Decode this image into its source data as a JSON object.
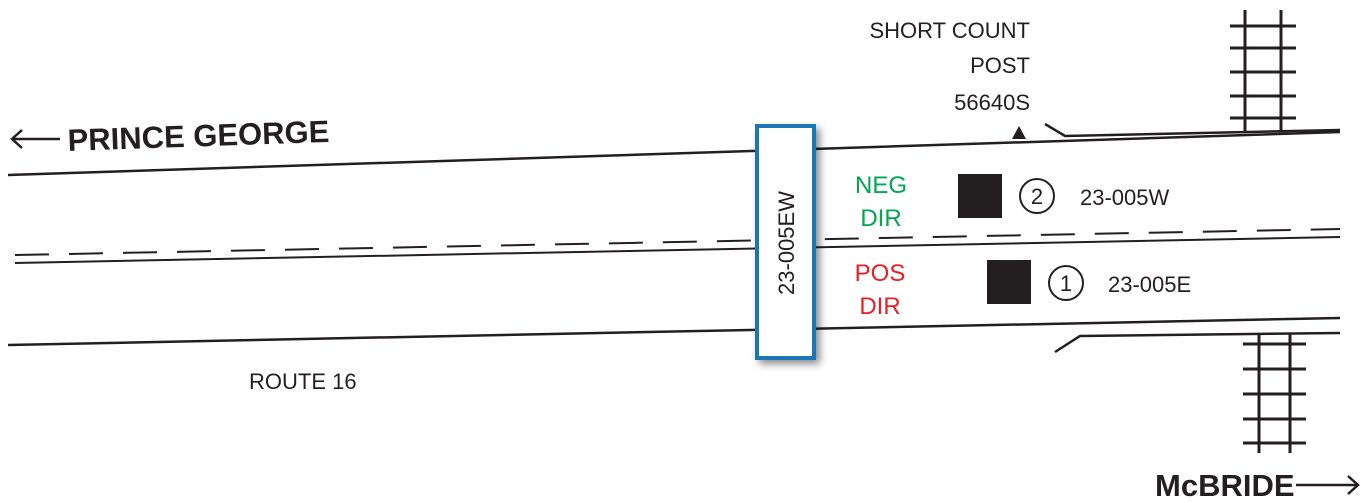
{
  "labels": {
    "west_destination": "PRINCE GEORGE",
    "east_destination": "McBRIDE",
    "route": "ROUTE 16",
    "short_count_line1": "SHORT COUNT",
    "short_count_line2": "POST",
    "short_count_line3": "56640S",
    "bridge_station": "23-005EW",
    "neg_line1": "NEG",
    "neg_line2": "DIR",
    "pos_line1": "POS",
    "pos_line2": "DIR",
    "sensor_neg_number": "2",
    "sensor_neg_id": "23-005W",
    "sensor_pos_number": "1",
    "sensor_pos_id": "23-005E"
  },
  "icons": {
    "west_arrow": "arrow-left-icon",
    "east_arrow": "arrow-right-icon",
    "post_marker": "triangle-up-icon",
    "sensor": "filled-square-icon"
  },
  "colors": {
    "neg_direction": "#00a651",
    "pos_direction": "#ed1c24",
    "bridge_border": "#1f75b5",
    "road_lines": "#231f20"
  }
}
